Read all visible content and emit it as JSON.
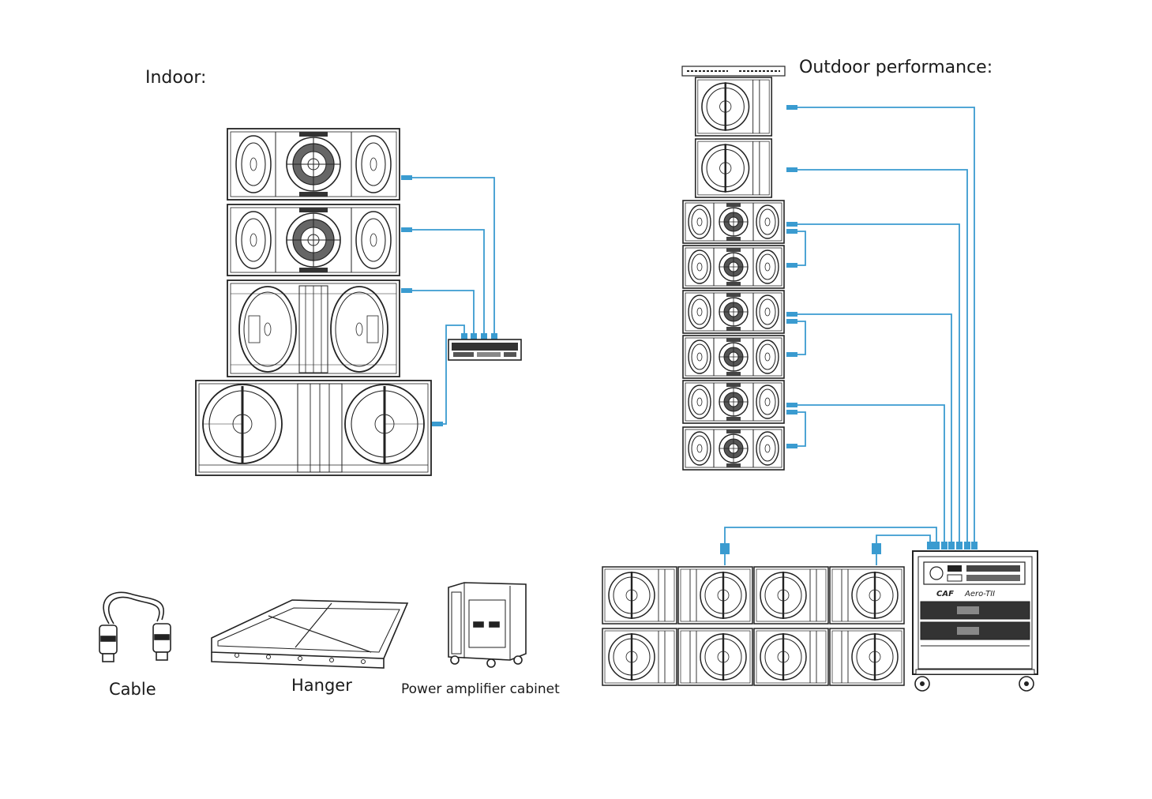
{
  "labels": {
    "indoor": "Indoor:",
    "outdoor": "Outdoor performance:",
    "cable": "Cable",
    "hanger": "Hanger",
    "cabinet": "Power amplifier cabinet"
  },
  "rack": {
    "brand": "CAF",
    "model": "Aero-TII"
  },
  "colors": {
    "line": "#222222",
    "cable": "#3a9bd0"
  },
  "icons": [
    "speaker-icon",
    "subwoofer-icon",
    "amplifier-icon",
    "cable-icon",
    "hanger-icon",
    "flight-case-icon",
    "rack-icon"
  ]
}
